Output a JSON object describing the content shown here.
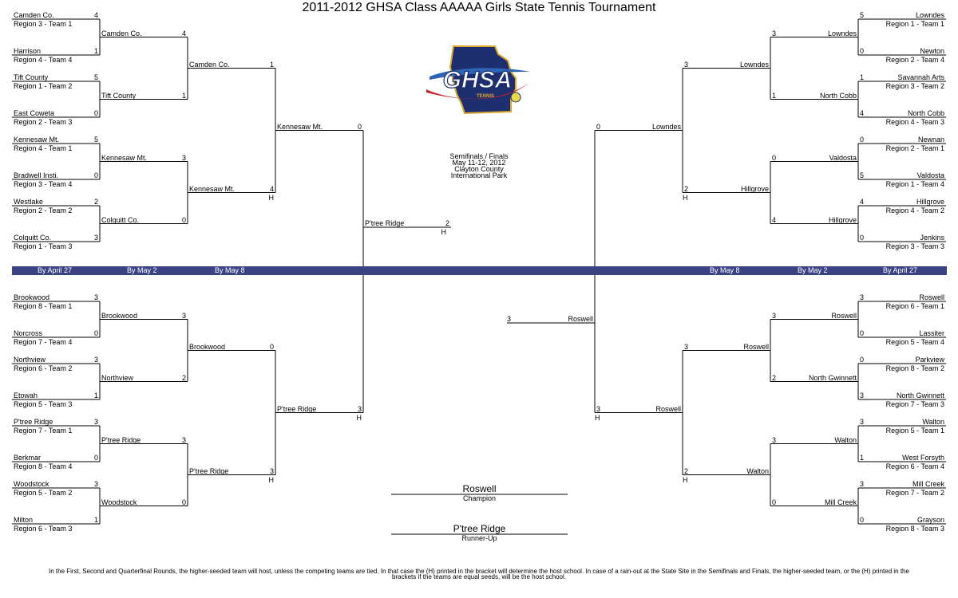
{
  "title": "2011-2012 GHSA Class AAAAA Girls State Tennis Tournament",
  "logo": {
    "text": "GHSA",
    "subtext": "TENNIS",
    "colors": {
      "navy": "#1d2f6f",
      "gold": "#d9a62e",
      "red": "#c8262c",
      "blue": "#2c64b6"
    }
  },
  "event_info": [
    "Semifinals / Finals",
    "May 11-12, 2012",
    "Clayton County",
    "International Park"
  ],
  "round_band": {
    "color": "#3b4283",
    "left": [
      "By April 27",
      "By May 2",
      "By May 8"
    ],
    "right": [
      "By May 8",
      "By May 2",
      "By April 27"
    ]
  },
  "host_mark": "H",
  "left_r1": [
    {
      "team": "Camden Co.",
      "region": "Region 3 - Team 1",
      "score": "4"
    },
    {
      "team": "Harrison",
      "region": "Region 4 - Team 4",
      "score": "1"
    },
    {
      "team": "Tift County",
      "region": "Region 1 - Team 2",
      "score": "5"
    },
    {
      "team": "East Coweta",
      "region": "Region 2 - Team 3",
      "score": "0"
    },
    {
      "team": "Kennesaw Mt.",
      "region": "Region 4 - Team 1",
      "score": "5"
    },
    {
      "team": "Bradwell Insti.",
      "region": "Region 3 - Team 4",
      "score": "0"
    },
    {
      "team": "Westlake",
      "region": "Region 2 - Team 2",
      "score": "2"
    },
    {
      "team": "Colquitt Co.",
      "region": "Region 1 - Team 3",
      "score": "3"
    },
    {
      "team": "Brookwood",
      "region": "Region 8 - Team 1",
      "score": "3"
    },
    {
      "team": "Norcross",
      "region": "Region 7 - Team 4",
      "score": "0"
    },
    {
      "team": "Northview",
      "region": "Region 6 - Team 2",
      "score": "3"
    },
    {
      "team": "Etowah",
      "region": "Region 5 - Team 3",
      "score": "1"
    },
    {
      "team": "P'tree Ridge",
      "region": "Region 7 - Team 1",
      "score": "3"
    },
    {
      "team": "Berkmar",
      "region": "Region 8 - Team 4",
      "score": "0"
    },
    {
      "team": "Woodstock",
      "region": "Region 5 - Team 2",
      "score": "3"
    },
    {
      "team": "Milton",
      "region": "Region 6 - Team 3",
      "score": "1"
    }
  ],
  "left_r2": [
    {
      "team": "Camden Co.",
      "score": "4"
    },
    {
      "team": "Tift County",
      "score": "1"
    },
    {
      "team": "Kennesaw Mt.",
      "score": "3"
    },
    {
      "team": "Colquitt Co.",
      "score": "0"
    },
    {
      "team": "Brookwood",
      "score": "3"
    },
    {
      "team": "Northview",
      "score": "2"
    },
    {
      "team": "P'tree Ridge",
      "score": "3"
    },
    {
      "team": "Woodstock",
      "score": "0"
    }
  ],
  "left_r3": [
    {
      "team": "Camden Co.",
      "score": "1",
      "host": false
    },
    {
      "team": "Kennesaw Mt.",
      "score": "4",
      "host": true
    },
    {
      "team": "Brookwood",
      "score": "0",
      "host": false
    },
    {
      "team": "P'tree Ridge",
      "score": "3",
      "host": true
    }
  ],
  "left_r4": [
    {
      "team": "Kennesaw Mt.",
      "score": "0",
      "host": false
    },
    {
      "team": "P'tree Ridge",
      "score": "3",
      "host": true
    }
  ],
  "left_r5": {
    "team": "P'tree Ridge",
    "score": "2",
    "host": true
  },
  "right_r1": [
    {
      "team": "Lowndes",
      "region": "Region 1 - Team 1",
      "score": "5"
    },
    {
      "team": "Newton",
      "region": "Region 2 - Team 4",
      "score": "0"
    },
    {
      "team": "Savannah Arts",
      "region": "Region 3 - Team 2",
      "score": "1"
    },
    {
      "team": "North Cobb",
      "region": "Region 4 - Team 3",
      "score": "4"
    },
    {
      "team": "Newnan",
      "region": "Region 2 - Team 1",
      "score": "0"
    },
    {
      "team": "Valdosta",
      "region": "Region 1 - Team 4",
      "score": "5"
    },
    {
      "team": "Hillgrove",
      "region": "Region 4 - Team 2",
      "score": "4"
    },
    {
      "team": "Jenkins",
      "region": "Region 3 - Team 3",
      "score": "0"
    },
    {
      "team": "Roswell",
      "region": "Region 6 - Team 1",
      "score": "3"
    },
    {
      "team": "Lassiter",
      "region": "Region 5 - Team 4",
      "score": "0"
    },
    {
      "team": "Parkview",
      "region": "Region 8 - Team 2",
      "score": "0"
    },
    {
      "team": "North Gwinnett",
      "region": "Region 7 - Team 3",
      "score": "3"
    },
    {
      "team": "Walton",
      "region": "Region 5 - Team 1",
      "score": "3"
    },
    {
      "team": "West Forsyth",
      "region": "Region 6 - Team 4",
      "score": "1"
    },
    {
      "team": "Mill Creek",
      "region": "Region 7 - Team 2",
      "score": "3"
    },
    {
      "team": "Grayson",
      "region": "Region 8 - Team 3",
      "score": "0"
    }
  ],
  "right_r2": [
    {
      "team": "Lowndes",
      "score": "3"
    },
    {
      "team": "North Cobb",
      "score": "1"
    },
    {
      "team": "Valdosta",
      "score": "0"
    },
    {
      "team": "Hillgrove",
      "score": "4"
    },
    {
      "team": "Roswell",
      "score": "3"
    },
    {
      "team": "North Gwinnett",
      "score": "2"
    },
    {
      "team": "Walton",
      "score": "3"
    },
    {
      "team": "Mill Creek",
      "score": "0"
    }
  ],
  "right_r3": [
    {
      "team": "Lowndes",
      "score": "3",
      "host": false
    },
    {
      "team": "Hillgrove",
      "score": "2",
      "host": true
    },
    {
      "team": "Roswell",
      "score": "3",
      "host": false
    },
    {
      "team": "Walton",
      "score": "2",
      "host": true
    }
  ],
  "right_r4": [
    {
      "team": "Lowndes",
      "score": "0",
      "host": false
    },
    {
      "team": "Roswell",
      "score": "3",
      "host": true
    }
  ],
  "right_r5": {
    "team": "Roswell",
    "score": "3",
    "host": false
  },
  "champion": {
    "team": "Roswell",
    "label": "Champion"
  },
  "runner_up": {
    "team": "P'tree Ridge",
    "label": "Runner-Up"
  },
  "footnote": [
    "In the First, Second and Quarterfinal Rounds, the higher-seeded team will host, unless the competing teams are tied.  In that case the (H) printed in the bracket will determine the host school.  In case of a rain-out at the State Site in the Semifinals and Finals, the higher-seeded team, or the (H) printed in the",
    "brackets if the teams are equal seeds, will be the host school."
  ]
}
